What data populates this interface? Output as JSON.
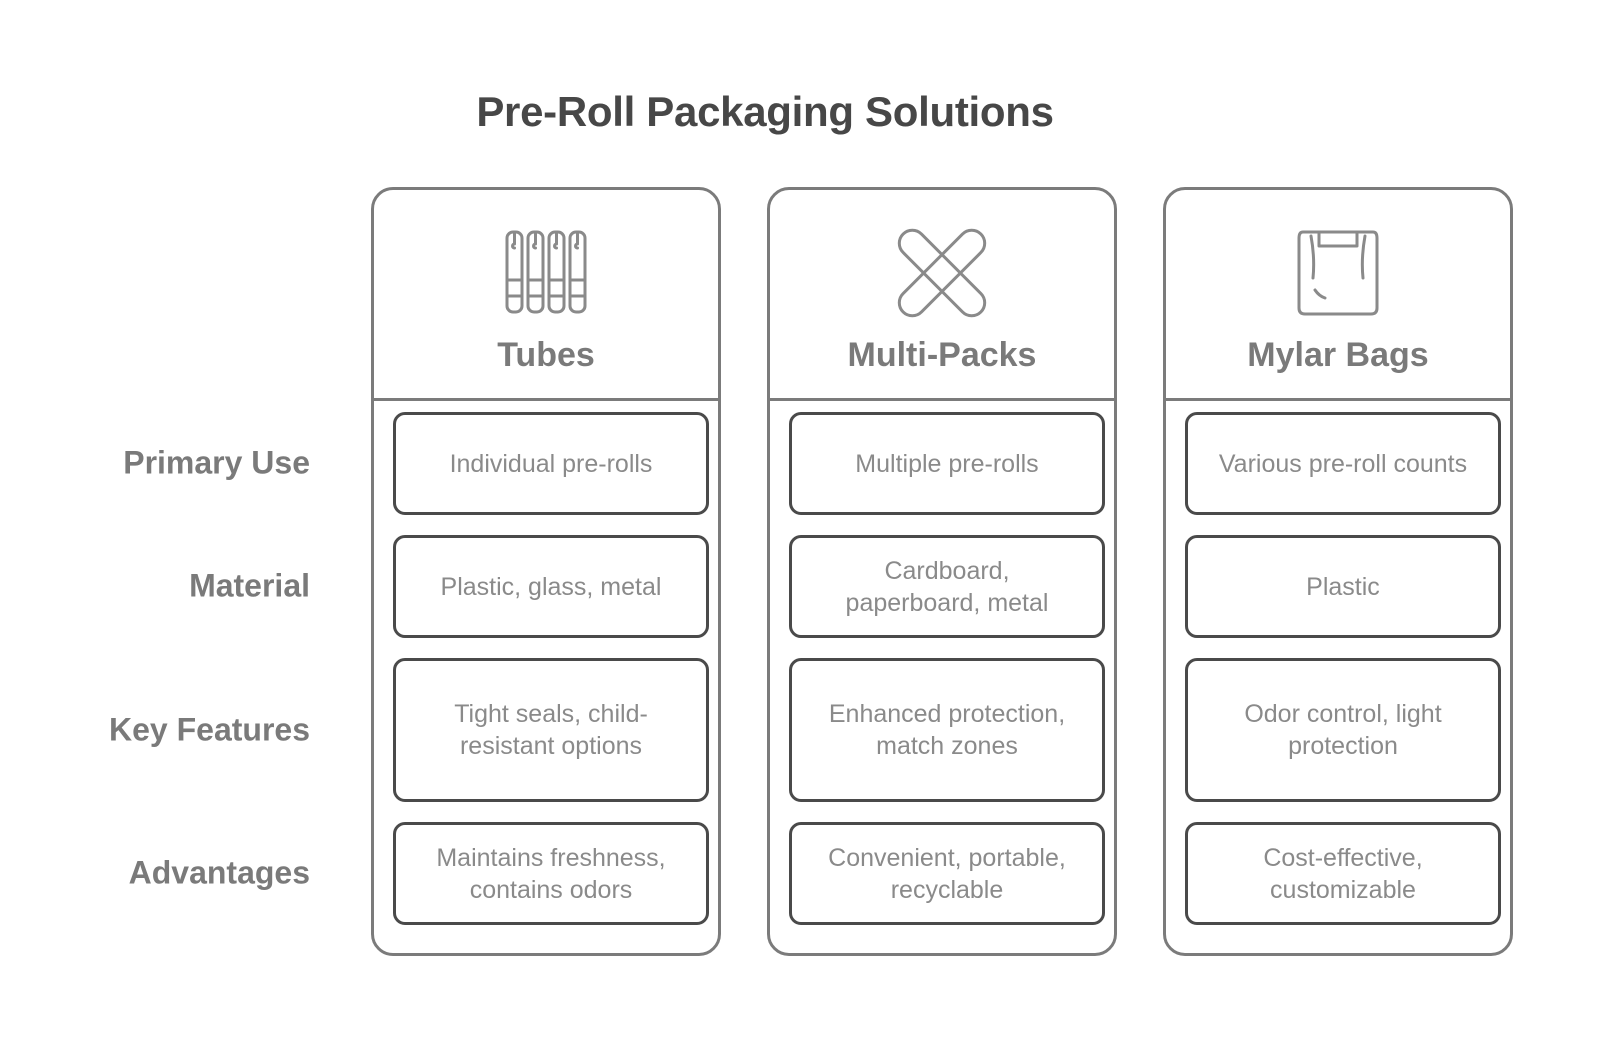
{
  "title": "Pre-Roll Packaging Solutions",
  "rows": [
    "Primary Use",
    "Material",
    "Key Features",
    "Advantages"
  ],
  "columns": [
    {
      "name": "Tubes",
      "icon": "test-tubes-icon",
      "cells": [
        "Individual pre-rolls",
        "Plastic, glass, metal",
        "Tight seals, child-resistant options",
        "Maintains freshness, contains odors"
      ]
    },
    {
      "name": "Multi-Packs",
      "icon": "crossed-bandage-icon",
      "cells": [
        "Multiple pre-rolls",
        "Cardboard, paperboard, metal",
        "Enhanced protection, match zones",
        "Convenient, portable, recyclable"
      ]
    },
    {
      "name": "Mylar Bags",
      "icon": "bag-icon",
      "cells": [
        "Various pre-roll counts",
        "Plastic",
        "Odor control, light protection",
        "Cost-effective, customizable"
      ]
    }
  ],
  "colors": {
    "title": "#474747",
    "label": "#7a7a7a",
    "column_border": "#7b7b7b",
    "cell_border": "#4a4a4a",
    "cell_text": "#8a8a8a"
  }
}
